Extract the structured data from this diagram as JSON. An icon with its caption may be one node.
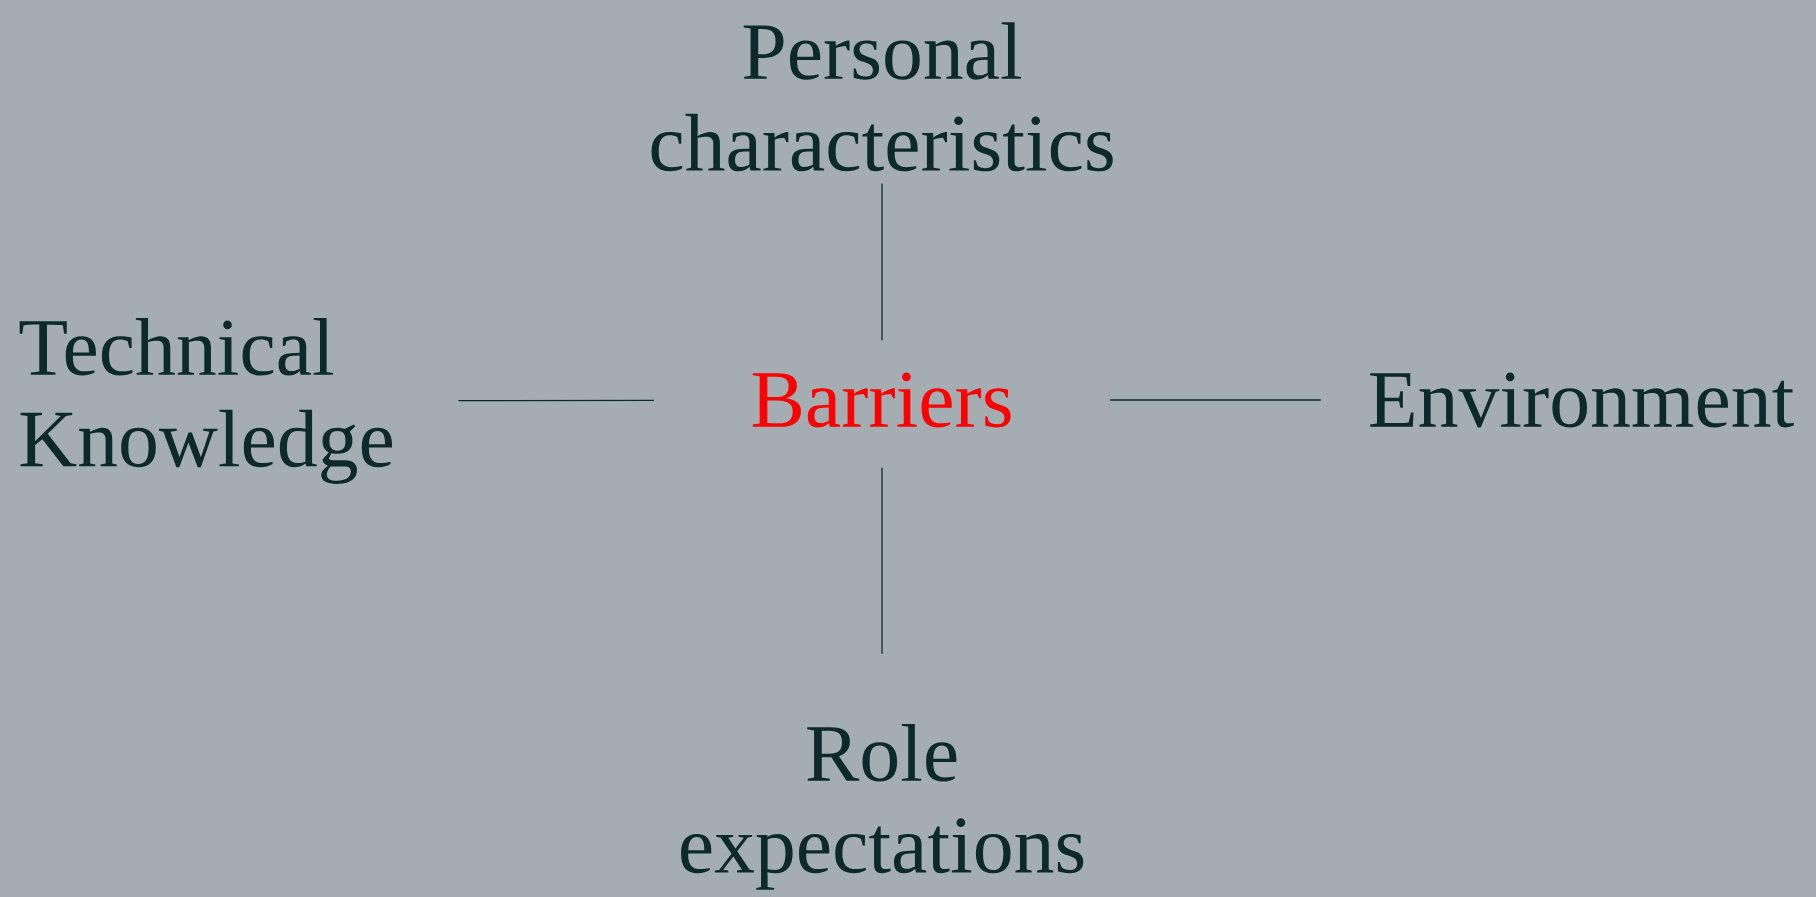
{
  "diagram": {
    "nodes": [
      {
        "text": [
          "Barriers"
        ]
      },
      {
        "text": [
          "Personal characteristics"
        ]
      },
      {
        "text": [
          "Technical Knowledge"
        ]
      },
      {
        "text": [
          "Environment"
        ]
      },
      {
        "text": [
          "Role expectations"
        ]
      }
    ],
    "edges": [
      {
        "from": 0,
        "to": 1,
        "arrow": "none"
      },
      {
        "from": 0,
        "to": 2,
        "arrow": "none"
      },
      {
        "from": 0,
        "to": 3,
        "arrow": "none"
      },
      {
        "from": 0,
        "to": 4,
        "arrow": "none"
      }
    ]
  }
}
